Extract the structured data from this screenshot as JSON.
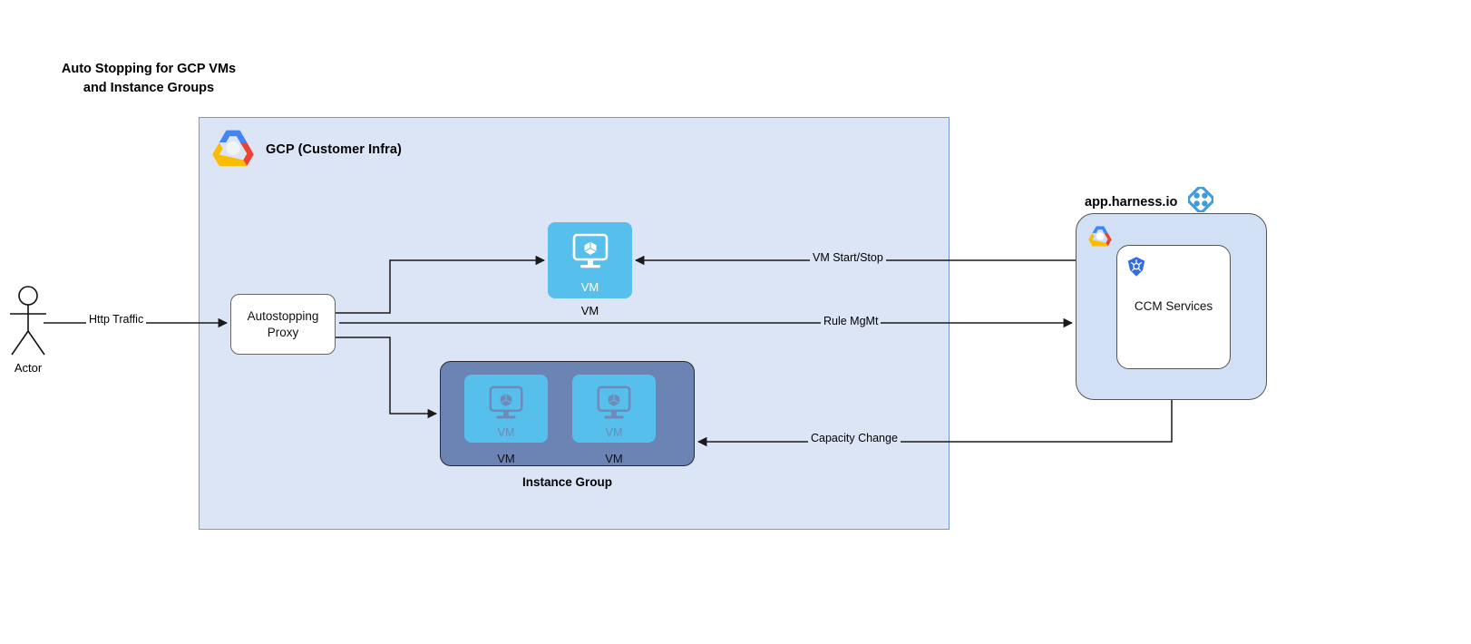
{
  "title": "Auto Stopping for GCP VMs\nand Instance Groups",
  "actor": {
    "label": "Actor",
    "icon": "user-stick-figure-icon"
  },
  "gcp_container": {
    "label": "GCP (Customer Infra)",
    "icon": "gcp-logo-icon",
    "fill_color": "#dce5f5",
    "border_color": "#7b97cf"
  },
  "proxy": {
    "label": "Autostopping\nProxy"
  },
  "vm_standalone": {
    "inner_label": "VM",
    "caption": "VM",
    "icon": "vm-monitor-cube-icon",
    "fill_color": "#56bfeb"
  },
  "instance_group": {
    "caption": "Instance Group",
    "fill_color": "#6b84b4",
    "vms": [
      {
        "inner_label": "VM",
        "caption": "VM",
        "icon": "vm-monitor-cube-icon"
      },
      {
        "inner_label": "VM",
        "caption": "VM",
        "icon": "vm-monitor-cube-icon"
      }
    ]
  },
  "harness": {
    "header_label": "app.harness.io",
    "header_icon": "harness-diamond-logo-icon",
    "gcp_mini_icon": "gcp-logo-icon",
    "panel_fill": "#d2e0f6",
    "service": {
      "label": "CCM Services",
      "icon": "kubernetes-helm-wheel-icon"
    }
  },
  "edges": [
    {
      "id": "http-traffic",
      "label": "Http Traffic",
      "from": "actor",
      "to": "proxy"
    },
    {
      "id": "vm-start-stop",
      "label": "VM Start/Stop",
      "from": "ccm",
      "to": "vm-standalone"
    },
    {
      "id": "rule-mgmt",
      "label": "Rule MgMt",
      "from": "proxy",
      "to": "ccm"
    },
    {
      "id": "capacity-change",
      "label": "Capacity Change",
      "from": "ccm",
      "to": "instance-group"
    }
  ],
  "colors": {
    "vm_blue": "#56bfeb",
    "group_slate": "#6b84b4",
    "container_blue": "#dce5f5",
    "harness_blue": "#3f9bd9",
    "line": "#1a1a1a"
  }
}
